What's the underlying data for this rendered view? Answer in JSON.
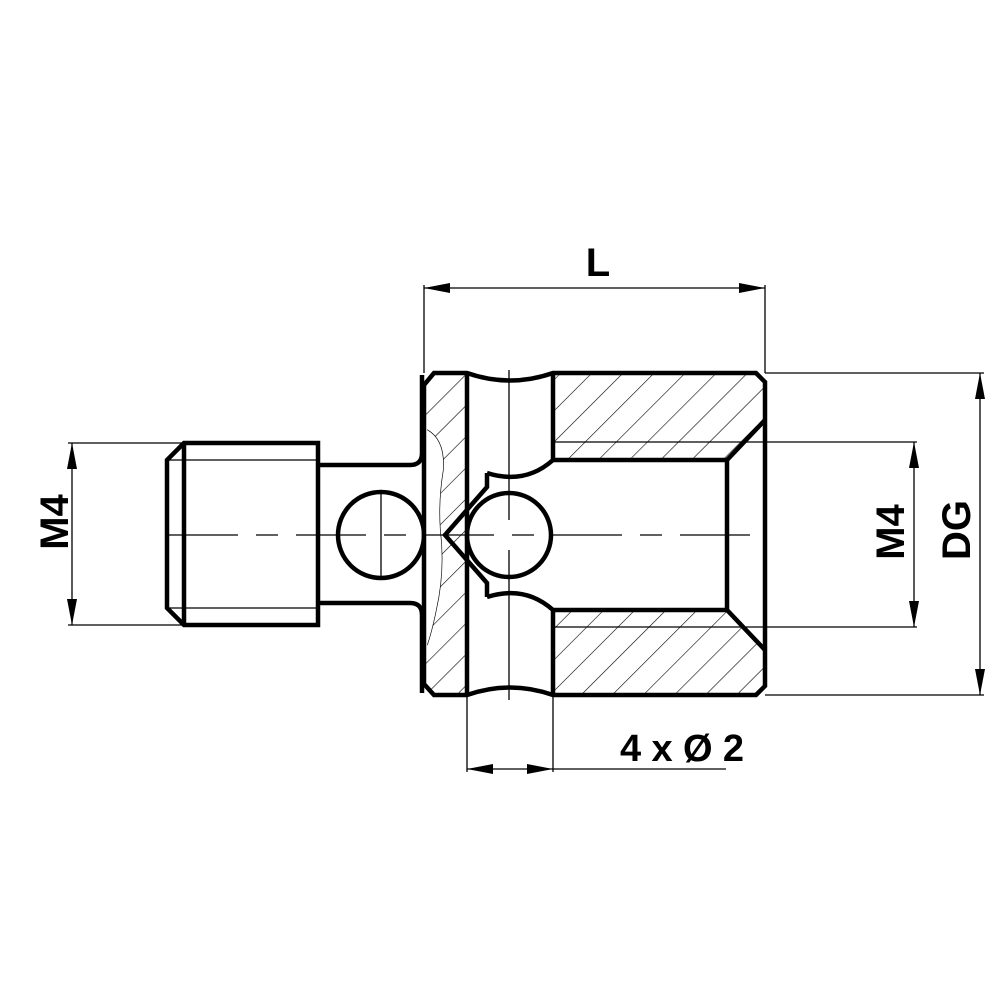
{
  "drawing": {
    "type": "technical-drawing-section-view",
    "subject": "threaded swivel / joint adapter with M4 male thread and M4 female thread",
    "line_color": "#000000",
    "background_color": "#ffffff"
  },
  "dimensions": {
    "length_label": "L",
    "left_thread_label": "M4",
    "right_thread_label": "M4",
    "outer_diameter_label": "DG",
    "holes_label": "4 x Ø 2"
  }
}
